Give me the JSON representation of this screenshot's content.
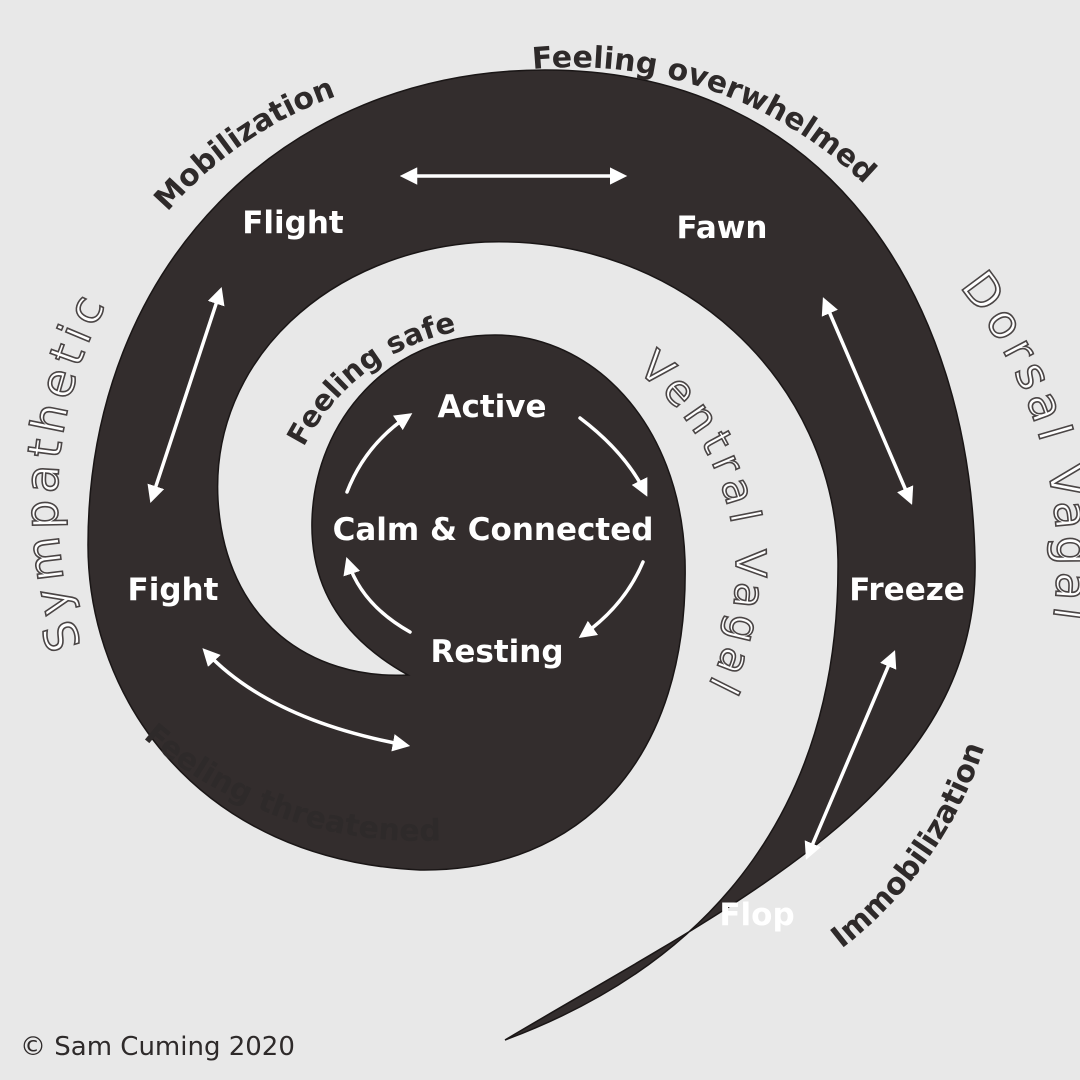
{
  "zones": {
    "sympathetic": "Sympathetic",
    "dorsal_vagal": "Dorsal Vagal",
    "ventral_vagal": "Ventral Vagal"
  },
  "states": {
    "mobilization": "Mobilization",
    "feeling_overwhelmed": "Feeling overwhelmed",
    "feeling_safe": "Feeling safe",
    "feeling_threatened": "Feeling threatened",
    "immobilization": "Immobilization"
  },
  "responses": {
    "flight": "Flight",
    "fawn": "Fawn",
    "fight": "Fight",
    "freeze": "Freeze",
    "flop": "Flop",
    "active": "Active",
    "calm_connected": "Calm & Connected",
    "resting": "Resting"
  },
  "credit": "© Sam Cuming 2020",
  "colors": {
    "background": "#e8e8e8",
    "spiral": "#332d2d",
    "text_light": "#ffffff",
    "text_dark": "#2e2a2a"
  }
}
